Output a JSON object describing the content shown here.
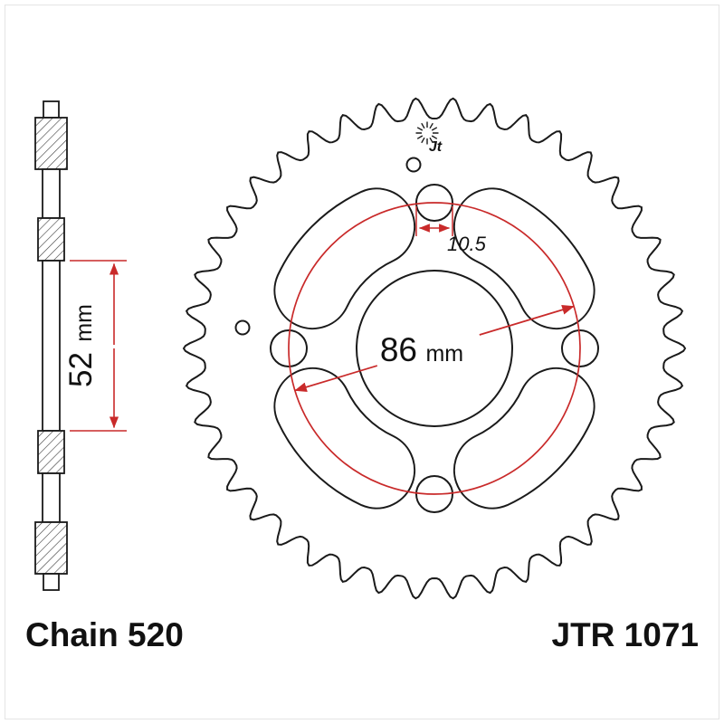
{
  "product": {
    "chain_label": "Chain 520",
    "model_label": "JTR 1071"
  },
  "dimensions": {
    "hub_width": {
      "value": "52",
      "unit": "mm"
    },
    "bolt_circle": {
      "value": "86",
      "unit": "mm"
    },
    "bolt_hole": {
      "value": "10.5"
    }
  },
  "logo_text": "Jt",
  "geometry": {
    "teeth": 42
  },
  "colors": {
    "outline": "#1a1a1a",
    "dimension_red": "#c92a2a",
    "background": "#ffffff",
    "label_text": "#111111"
  }
}
